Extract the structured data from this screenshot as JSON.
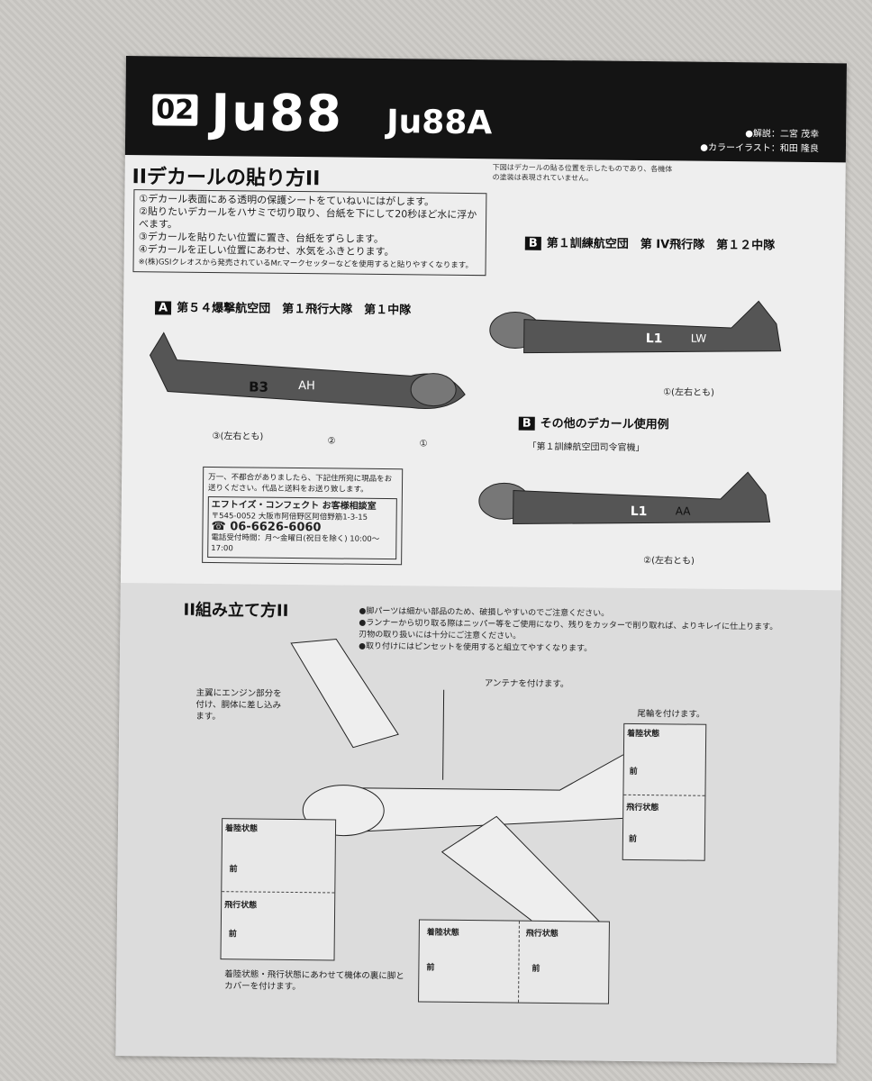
{
  "header": {
    "number": "02",
    "title": "Ju88",
    "subtitle": "Ju88A",
    "credits": [
      "●解説：二宮 茂幸",
      "●カラーイラスト：和田 隆良"
    ]
  },
  "decal": {
    "heading": "IIデカールの貼り方II",
    "side_note": "下図はデカールの貼る位置を示したものであり、各機体の塗装は表現されていません。",
    "steps": [
      "①デカール表面にある透明の保護シートをていねいにはがします。",
      "②貼りたいデカールをハサミで切り取り、台紙を下にして20秒ほど水に浮かべます。",
      "③デカールを貼りたい位置に置き、台紙をずらします。",
      "④デカールを正しい位置にあわせ、水気をふきとります。"
    ],
    "note": "※(株)GSIクレオスから発売されているMr.マークセッターなどを使用すると貼りやすくなります。"
  },
  "variants": [
    {
      "badge": "A",
      "title": "第５４爆撃航空団　第１飛行大隊　第１中隊",
      "code": "B3",
      "code2": "AH",
      "labels": [
        "③(左右とも)",
        "②",
        "①"
      ]
    },
    {
      "badge": "B",
      "title": "第１訓練航空団　第 IV飛行隊　第１２中隊",
      "code": "L1",
      "code2": "LW",
      "labels": [
        "①(左右とも)"
      ]
    },
    {
      "badge": "B",
      "title": "その他のデカール使用例",
      "caption": "「第１訓練航空団司令官機」",
      "code": "L1",
      "code2": "AA",
      "labels": [
        "②(左右とも)"
      ]
    }
  ],
  "contact": {
    "intro": "万一、不都合がありましたら、下記住所宛に現品をお送りください。代品と送料をお送り致します。",
    "company": "エフトイズ・コンフェクト お客様相談室",
    "address": "〒545-0052 大阪市阿倍野区阿倍野筋1-3-15",
    "phone": "☎ 06-6626-6060",
    "hours": "電話受付時間：月～金曜日(祝日を除く) 10:00～17:00"
  },
  "assembly": {
    "heading": "II組み立て方II",
    "tips": [
      "●脚パーツは細かい部品のため、破損しやすいのでご注意ください。",
      "●ランナーから切り取る際はニッパー等をご使用になり、残りをカッターで削り取れば、よりキレイに仕上ります。刃物の取り扱いには十分にご注意ください。",
      "●取り付けにはピンセットを使用すると組立てやすくなります。"
    ],
    "antenna": "アンテナを付けます。",
    "wing_note": "主翼にエンジン部分を付け、胴体に差し込みます。",
    "tail_note": "尾輪を付けます。",
    "landed": "着陸状態",
    "flying": "飛行状態",
    "front": "前",
    "gear_note": "着陸状態・飛行状態にあわせて機体の裏に脚とカバーを付けます。"
  }
}
